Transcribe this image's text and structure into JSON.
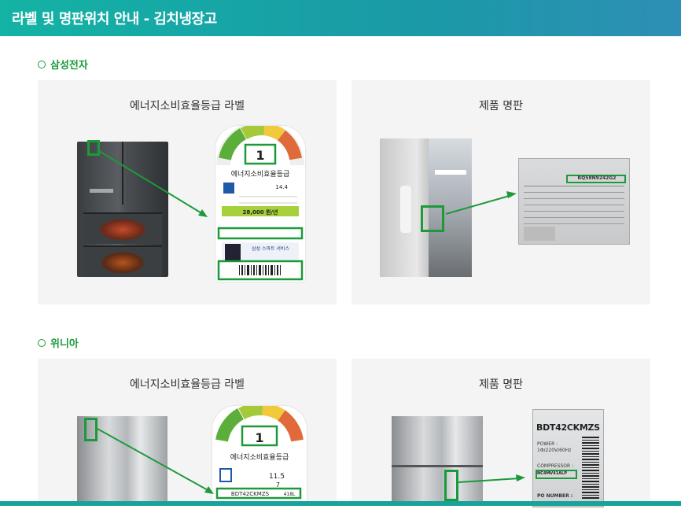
{
  "header": {
    "title": "라벨 및 명판위치 안내 - 김치냉장고"
  },
  "sections": [
    {
      "title": "삼성전자",
      "cards": [
        {
          "title": "에너지소비효율등급 라벨",
          "label": {
            "grade": "1",
            "heading": "에너지소비효율등급",
            "value1": "14.4",
            "price": "28,000 원/년",
            "service": "삼성 스마트 서비스"
          }
        },
        {
          "title": "제품 명판",
          "plate": {
            "model": "RQ58N9242G2"
          }
        }
      ]
    },
    {
      "title": "위니아",
      "cards": [
        {
          "title": "에너지소비효율등급 라벨",
          "label": {
            "grade": "1",
            "heading": "에너지소비효율등급",
            "value1": "11.5",
            "value2": "7",
            "model": "BDT42CKMZS",
            "capacity": "418L"
          }
        },
        {
          "title": "제품 명판",
          "plate": {
            "model": "BDT42CKMZS",
            "power_label": "POWER :",
            "power_value": "1Φ/220V/60Hz",
            "compressor_label": "COMPRESSOR :",
            "compressor_value": "NC4MV41ALP",
            "po_label": "PO NUMBER :"
          }
        }
      ]
    }
  ],
  "colors": {
    "header_start": "#13b3a5",
    "header_end": "#2d8fb5",
    "accent_green": "#1c9a3a",
    "card_bg": "#f4f4f4"
  }
}
